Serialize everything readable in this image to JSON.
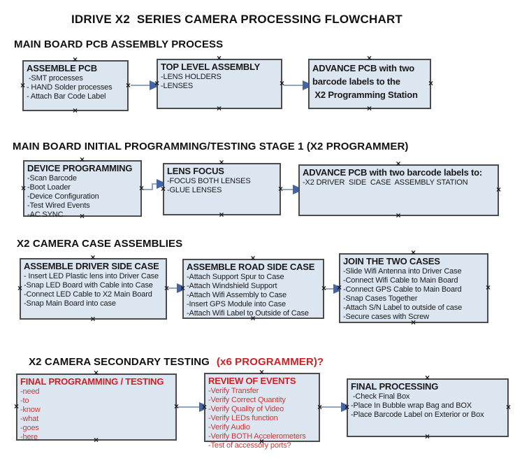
{
  "title": "IDRIVE X2  SERIES CAMERA PROCESSING FLOWCHART",
  "colors": {
    "box_fill": "#dce6f1",
    "box_border": "#4c4c4c",
    "arrow_line": "#8fa6c4",
    "arrow_head": "#4465a4",
    "red_title": "#cc2026",
    "red_item": "#c53a3a",
    "text": "#111111"
  },
  "sections": [
    {
      "heading": "MAIN BOARD PCB ASSEMBLY PROCESS",
      "boxes": [
        {
          "title": "ASSEMBLE PCB",
          "items": [
            " -SMT processes",
            "- HAND Solder processes",
            "- Attach Bar Code Label"
          ]
        },
        {
          "title": "TOP LEVEL ASSEMBLY",
          "items": [
            "-LENS HOLDERS",
            "-LENSES"
          ]
        },
        {
          "lines": [
            "ADVANCE PCB with two",
            "barcode labels to the",
            " X2 Programming Station"
          ]
        }
      ]
    },
    {
      "heading": "MAIN BOARD INITIAL PROGRAMMING/TESTING STAGE 1 (X2 PROGRAMMER)",
      "boxes": [
        {
          "title": "DEVICE PROGRAMMING",
          "items": [
            "-Scan Barcode",
            "-Boot Loader",
            "-Device Configuration",
            "-Test Wired Events",
            "-AC SYNC"
          ]
        },
        {
          "title": "LENS FOCUS",
          "items": [
            "-FOCUS BOTH LENSES",
            "-GLUE LENSES"
          ]
        },
        {
          "title": "ADVANCE PCB with two barcode labels to:",
          "items": [
            "-X2 DRIVER  SIDE  CASE  ASSEMBLY STATION"
          ]
        }
      ]
    },
    {
      "heading": "X2 CAMERA CASE ASSEMBLIES",
      "boxes": [
        {
          "title": "ASSEMBLE DRIVER SIDE CASE",
          "items": [
            "- Insert LED Plastic lens into Driver Case",
            "-Snap LED Board with Cable into Case",
            "-Connect LED Cable to X2 Main Board",
            "-Snap Main Board into case"
          ]
        },
        {
          "title": "ASSEMBLE ROAD SIDE CASE",
          "items": [
            "-Attach Support Spur to Case",
            "-Attach Windshield Support",
            "-Attach Wifi Assembly to Case",
            "-Insert GPS Module into Case",
            "-Attach Wifi Label to Outside of Case"
          ]
        },
        {
          "title": "JOIN THE TWO CASES",
          "items": [
            "-Slide Wifi Antenna into Driver Case",
            "-Connect Wifi Cable to Main Board",
            "-Connect GPS Cable to Main Board",
            "-Snap Cases Together",
            "-Attach S/N Label to outside of case",
            "-Secure cases with Screw"
          ]
        }
      ]
    },
    {
      "heading_black": "X2 CAMERA SECONDARY TESTING",
      "heading_red": "(x6 PROGRAMMER)?",
      "boxes": [
        {
          "title": "FINAL PROGRAMMING / TESTING",
          "items": [
            "-need",
            "-to",
            "-know",
            "-what",
            "-goes",
            "-here"
          ]
        },
        {
          "title": "REVIEW OF EVENTS",
          "items": [
            "-Verify Transfer",
            "-Verify Correct Quantity",
            "-Verify Quality of Video",
            "-Verify LEDs function",
            "-Verify Audio",
            "-Verify BOTH Accelerometers",
            "-Test of accessory ports?"
          ]
        },
        {
          "title": "FINAL PROCESSING",
          "items": [
            " -Check Final Box",
            "-Place In Bubble wrap Bag and BOX",
            "-Place Barcode Label on Exterior or Box"
          ]
        }
      ]
    }
  ]
}
